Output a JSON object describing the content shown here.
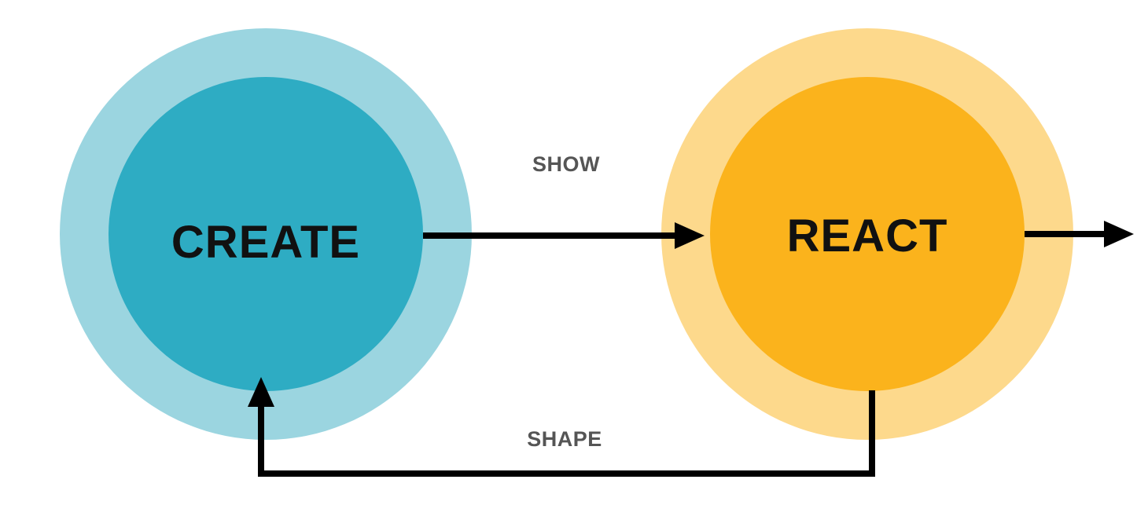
{
  "colors": {
    "create_outer": "#9bd5e0",
    "create_inner": "#2eacc3",
    "react_outer": "#fdd98c",
    "react_inner": "#fbb31c",
    "arrow": "#000000",
    "label_text": "#111111",
    "edge_text": "#555555"
  },
  "nodes": {
    "create": {
      "label": "CREATE"
    },
    "react": {
      "label": "REACT"
    }
  },
  "edges": {
    "show": {
      "label": "SHOW"
    },
    "shape": {
      "label": "SHAPE"
    }
  }
}
